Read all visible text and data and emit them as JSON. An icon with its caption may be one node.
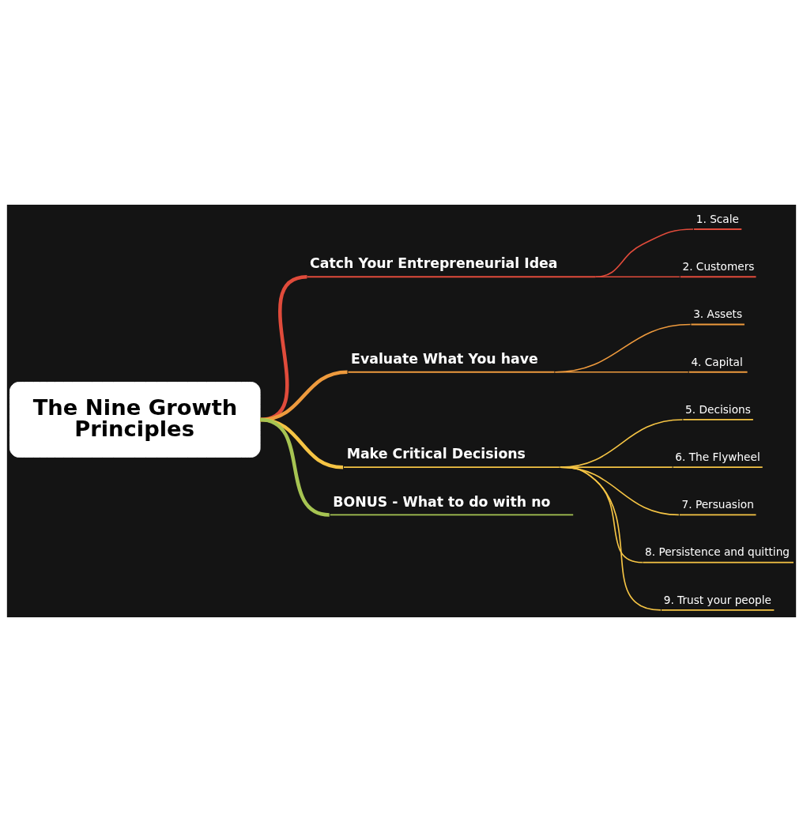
{
  "diagram": {
    "nodes": [
      {
        "text": [
          "The Nine Growth Principles"
        ]
      },
      {
        "text": [
          "Catch Your Entrepreneurial Idea"
        ]
      },
      {
        "text": [
          "1. Scale"
        ]
      },
      {
        "text": [
          "2. Customers"
        ]
      },
      {
        "text": [
          "Evaluate What You have"
        ]
      },
      {
        "text": [
          "3. Assets"
        ]
      },
      {
        "text": [
          "4. Capital"
        ]
      },
      {
        "text": [
          "Make Critical Decisions"
        ]
      },
      {
        "text": [
          "5. Decisions"
        ]
      },
      {
        "text": [
          "6. The Flywheel"
        ]
      },
      {
        "text": [
          "7. Persuasion"
        ]
      },
      {
        "text": [
          "8. Persistence and quitting"
        ]
      },
      {
        "text": [
          "9. Trust your people"
        ]
      },
      {
        "text": [
          "BONUS - What to do with no"
        ]
      }
    ],
    "edges": [
      {
        "from": 0,
        "to": 1,
        "arrow": "none",
        "style": "thick",
        "color": "#e04b3b"
      },
      {
        "from": 1,
        "to": 2,
        "arrow": "none",
        "color": "#e04b3b"
      },
      {
        "from": 1,
        "to": 3,
        "arrow": "none",
        "color": "#e04b3b"
      },
      {
        "from": 0,
        "to": 4,
        "arrow": "none",
        "style": "thick",
        "color": "#ee9a3d"
      },
      {
        "from": 4,
        "to": 5,
        "arrow": "none",
        "color": "#ee9a3d"
      },
      {
        "from": 4,
        "to": 6,
        "arrow": "none",
        "color": "#ee9a3d"
      },
      {
        "from": 0,
        "to": 7,
        "arrow": "none",
        "style": "thick",
        "color": "#f5c444"
      },
      {
        "from": 7,
        "to": 8,
        "arrow": "none",
        "color": "#f5c444"
      },
      {
        "from": 7,
        "to": 9,
        "arrow": "none",
        "color": "#f5c444"
      },
      {
        "from": 7,
        "to": 10,
        "arrow": "none",
        "color": "#f5c444"
      },
      {
        "from": 7,
        "to": 11,
        "arrow": "none",
        "color": "#f5c444"
      },
      {
        "from": 7,
        "to": 12,
        "arrow": "none",
        "color": "#f5c444"
      },
      {
        "from": 0,
        "to": 13,
        "arrow": "none",
        "style": "thick",
        "color": "#a6c452"
      }
    ]
  }
}
